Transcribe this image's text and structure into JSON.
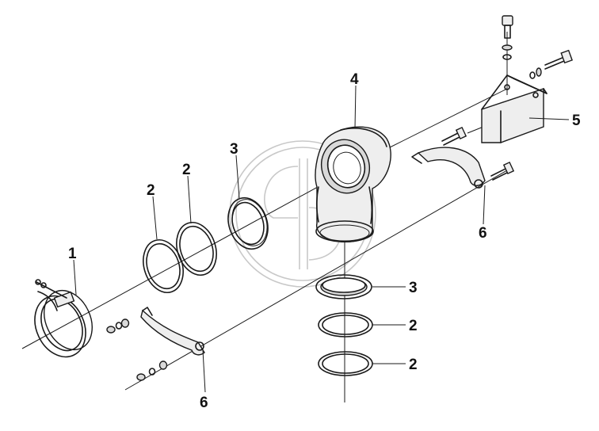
{
  "diagram": {
    "callouts": {
      "c1": "1",
      "c2a": "2",
      "c2b": "2",
      "c2c": "2",
      "c2d": "2",
      "c3a": "3",
      "c3b": "3",
      "c4": "4",
      "c5": "5",
      "c6a": "6",
      "c6b": "6"
    }
  }
}
